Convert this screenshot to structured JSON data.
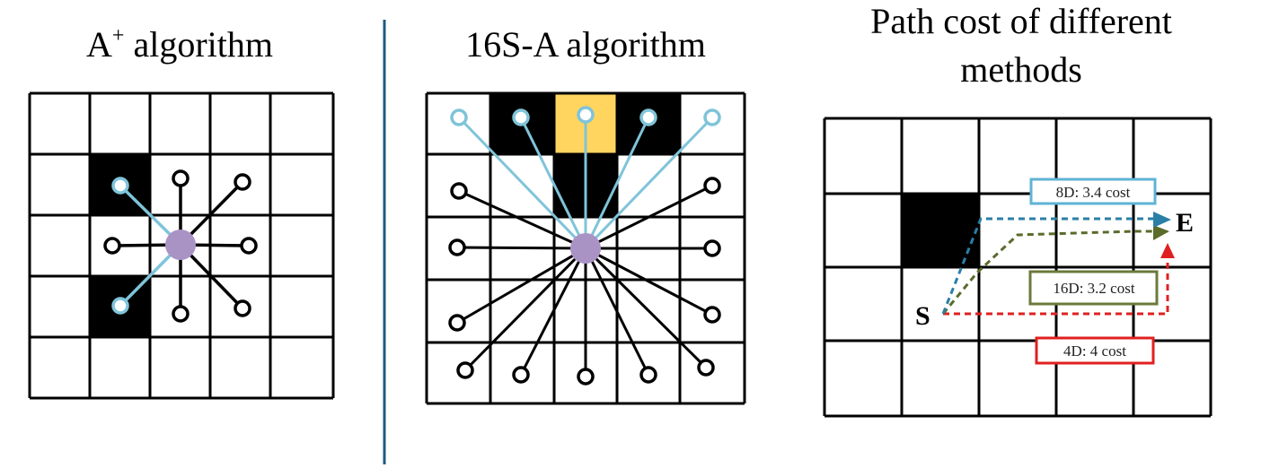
{
  "panels": [
    {
      "title_main": "A",
      "title_sup": "+",
      "title_rest": " algorithm"
    },
    {
      "title": "16S-A algorithm"
    },
    {
      "title_lines": [
        "Path cost of different",
        "methods"
      ]
    }
  ],
  "cost_panel": {
    "start_label": "S",
    "end_label": "E",
    "paths": [
      {
        "label": "8D: 3.4 cost",
        "color": "#2a7fa6",
        "box_border": "#5fb3d6"
      },
      {
        "label": "16D: 3.2 cost",
        "color": "#5a6b2a",
        "box_border": "#6b7a3a"
      },
      {
        "label": "4D: 4 cost",
        "color": "#e02020",
        "box_border": "#e02020"
      }
    ]
  },
  "colors": {
    "grid_line": "#000000",
    "obstacle": "#000000",
    "highlight_cell": "#ffd560",
    "center_node": "#a993c5",
    "blocked_edge": "#7fc4d9",
    "free_edge": "#000000",
    "divider": "#1f5a80"
  }
}
